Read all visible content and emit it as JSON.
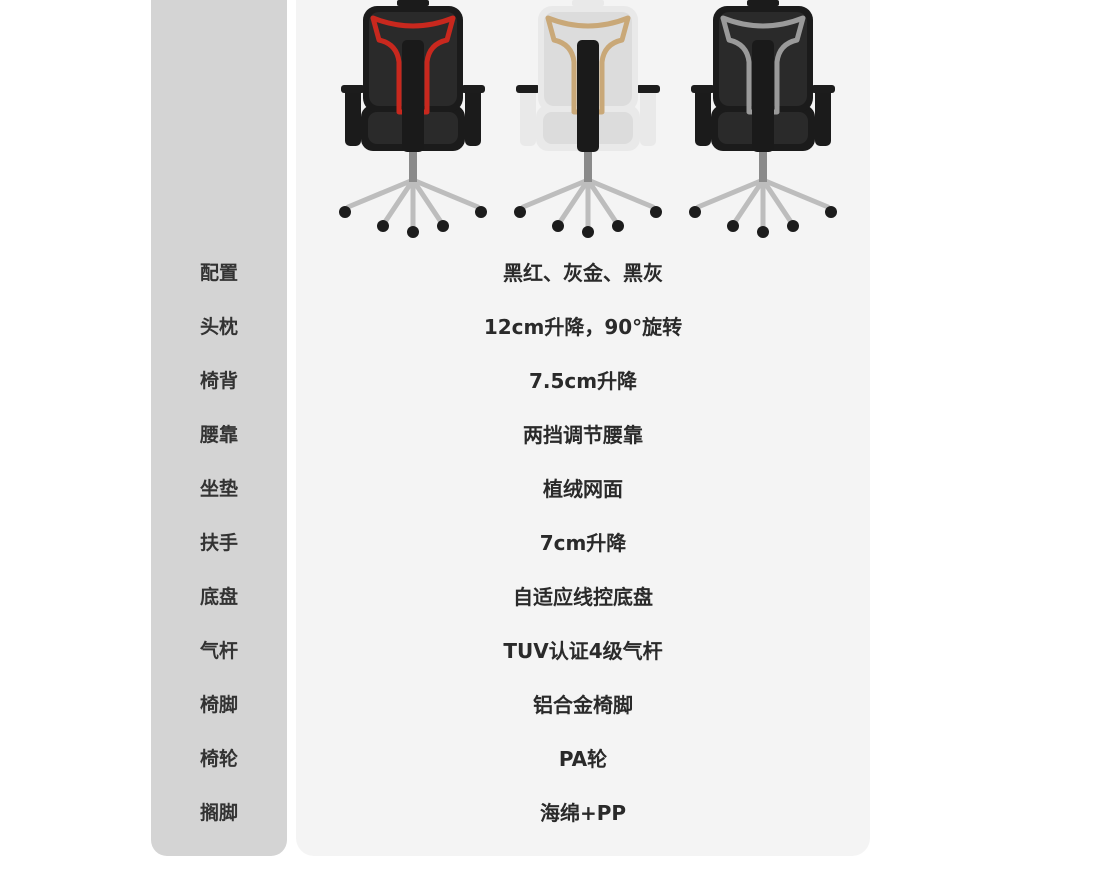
{
  "colors": {
    "label_column_bg": "#d4d4d4",
    "value_column_bg": "#f4f4f4",
    "chair_accents": [
      "#c8281e",
      "#c9a878",
      "#9a9a9a"
    ]
  },
  "product_images": [
    {
      "variant": "black-red",
      "frame": "#1b1b1b",
      "accent": "#c8281e",
      "mesh": "#2a2a2a"
    },
    {
      "variant": "gray-gold",
      "frame": "#e9e9e9",
      "accent": "#c9a878",
      "mesh": "#dcdcdc"
    },
    {
      "variant": "black-gray",
      "frame": "#1b1b1b",
      "accent": "#9a9a9a",
      "mesh": "#2a2a2a"
    }
  ],
  "specs": [
    {
      "label": "配置",
      "value": "黑红、灰金、黑灰"
    },
    {
      "label": "头枕",
      "value": "12cm升降，90°旋转"
    },
    {
      "label": "椅背",
      "value": "7.5cm升降"
    },
    {
      "label": "腰靠",
      "value": "两挡调节腰靠"
    },
    {
      "label": "坐垫",
      "value": "植绒网面"
    },
    {
      "label": "扶手",
      "value": "7cm升降"
    },
    {
      "label": "底盘",
      "value": "自适应线控底盘"
    },
    {
      "label": "气杆",
      "value": "TUV认证4级气杆"
    },
    {
      "label": "椅脚",
      "value": "铝合金椅脚"
    },
    {
      "label": "椅轮",
      "value": "PA轮"
    },
    {
      "label": "搁脚",
      "value": "海绵+PP"
    }
  ]
}
